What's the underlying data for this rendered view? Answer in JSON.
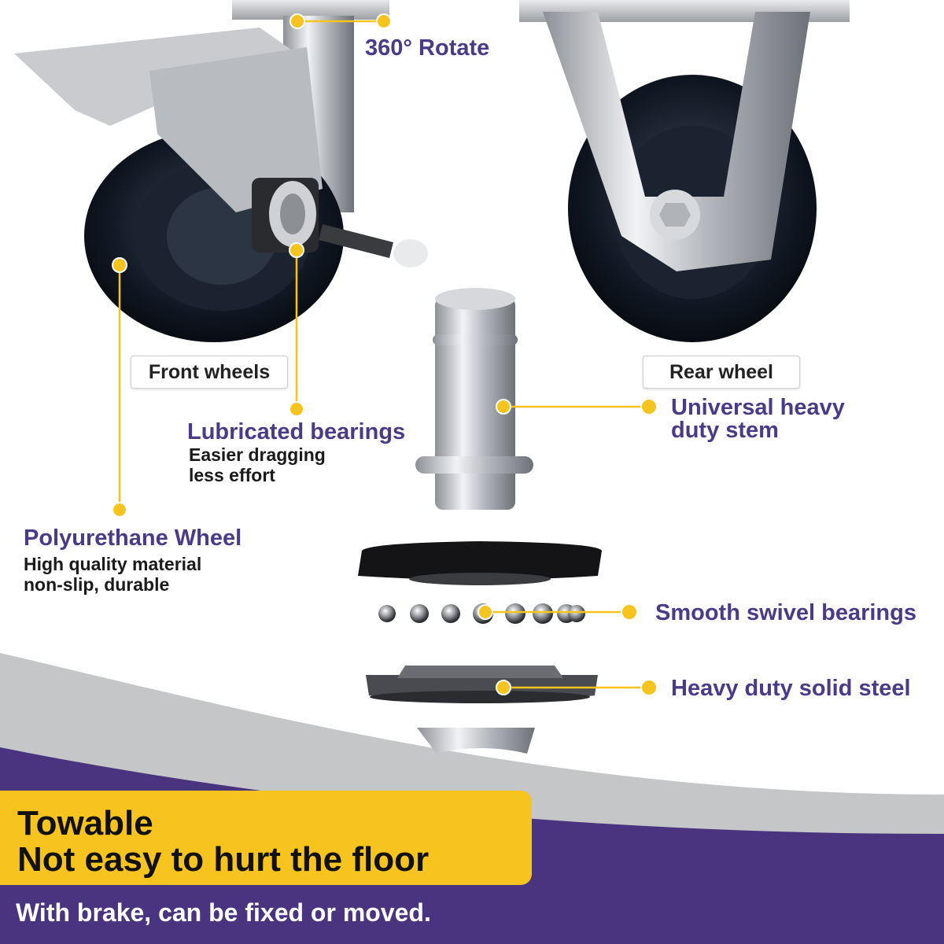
{
  "colors": {
    "accent": "#f7c31e",
    "label_text": "#4b3a86",
    "band": "#4b347f"
  },
  "labels": {
    "rotate": "360° Rotate",
    "front_wheels": "Front wheels",
    "rear_wheel": "Rear wheel",
    "lubricated_title": "Lubricated bearings",
    "lubricated_line1": "Easier dragging",
    "lubricated_line2": "less effort",
    "stem_line1": "Universal heavy",
    "stem_line2": "duty stem",
    "poly_title": "Polyurethane Wheel",
    "poly_line1": "High quality material",
    "poly_line2": "non-slip, durable",
    "swivel": "Smooth swivel bearings",
    "steel": "Heavy duty solid steel"
  },
  "banner": {
    "line1": "Towable",
    "line2": "Not easy to hurt the floor"
  },
  "footer": {
    "text": "With brake, can be fixed or moved."
  },
  "icons": [
    "swivel-caster-wheel-icon",
    "rigid-caster-wheel-icon",
    "stem-icon",
    "bearing-ball-icon",
    "steel-plate-icon"
  ]
}
